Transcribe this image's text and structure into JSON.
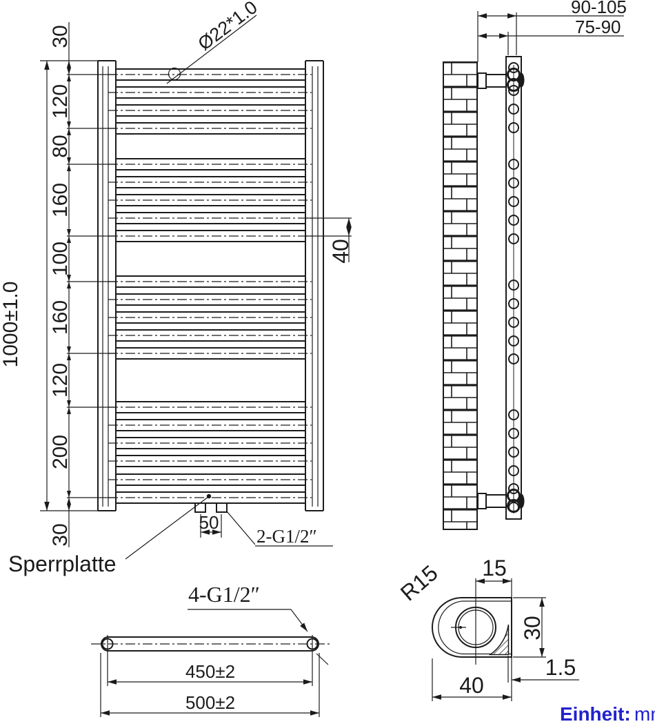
{
  "drawing": {
    "title_unit_label": "Einheit:",
    "title_unit_value": "mm",
    "front_view": {
      "overall_height": "1000±1.0",
      "chain_dimensions": [
        "30",
        "120",
        "80",
        "160",
        "100",
        "160",
        "120",
        "200",
        "30"
      ],
      "tube_spec": "Ø22*1.0",
      "tube_pitch": "40",
      "connection_spacing": "50",
      "bottom_connections": "2-G1/2″",
      "blocking_plate_label": "Sperrplatte"
    },
    "side_view": {
      "wall_distance_outer": "90-105",
      "wall_distance_inner": "75-90"
    },
    "bottom_view": {
      "connections": "4-G1/2″",
      "center_spacing": "450±2",
      "overall_width": "500±2"
    },
    "section_detail": {
      "corner_radius": "R15",
      "flat_width": "15",
      "profile_depth": "30",
      "wall_thickness": "1.5",
      "profile_width": "40"
    }
  }
}
